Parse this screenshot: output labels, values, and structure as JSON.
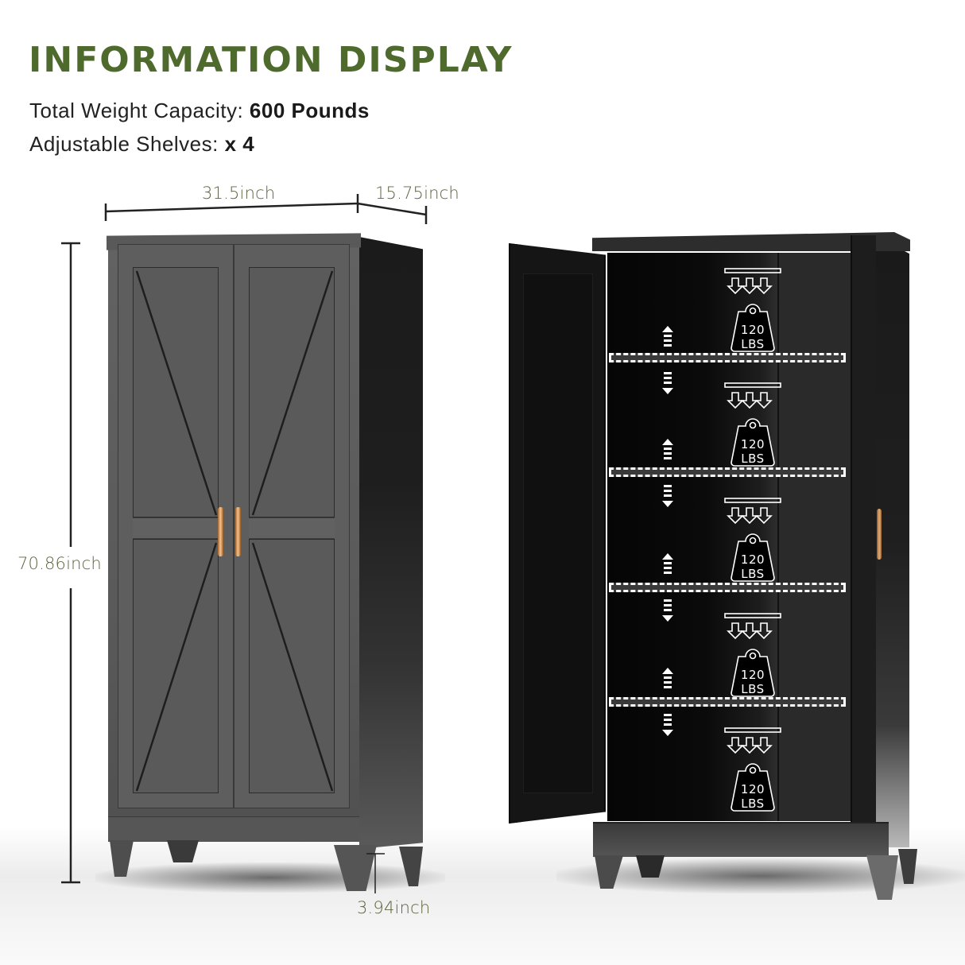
{
  "header": {
    "title": "INFORMATION DISPLAY",
    "title_color": "#4e6a2d",
    "specs": [
      {
        "label": "Total Weight Capacity: ",
        "value": "600 Pounds"
      },
      {
        "label": "Adjustable Shelves: ",
        "value": "x 4"
      }
    ]
  },
  "dimensions": {
    "width": "31.5inch",
    "depth": "15.75inch",
    "height": "70.86inch",
    "leg_height": "3.94inch",
    "text_color": "#5d6440"
  },
  "closed_cabinet": {
    "door_count": 2,
    "body_color": "#5e5e5e",
    "handle_color": "#d9995a"
  },
  "open_cabinet": {
    "shelf_count": 4,
    "compartments": [
      {
        "weight_value": "120",
        "weight_unit": "LBS"
      },
      {
        "weight_value": "120",
        "weight_unit": "LBS"
      },
      {
        "weight_value": "120",
        "weight_unit": "LBS"
      },
      {
        "weight_value": "120",
        "weight_unit": "LBS"
      },
      {
        "weight_value": "120",
        "weight_unit": "LBS"
      }
    ],
    "icons": [
      "load-arrows-icon",
      "weight-icon",
      "adjust-up-icon",
      "adjust-down-icon"
    ]
  }
}
